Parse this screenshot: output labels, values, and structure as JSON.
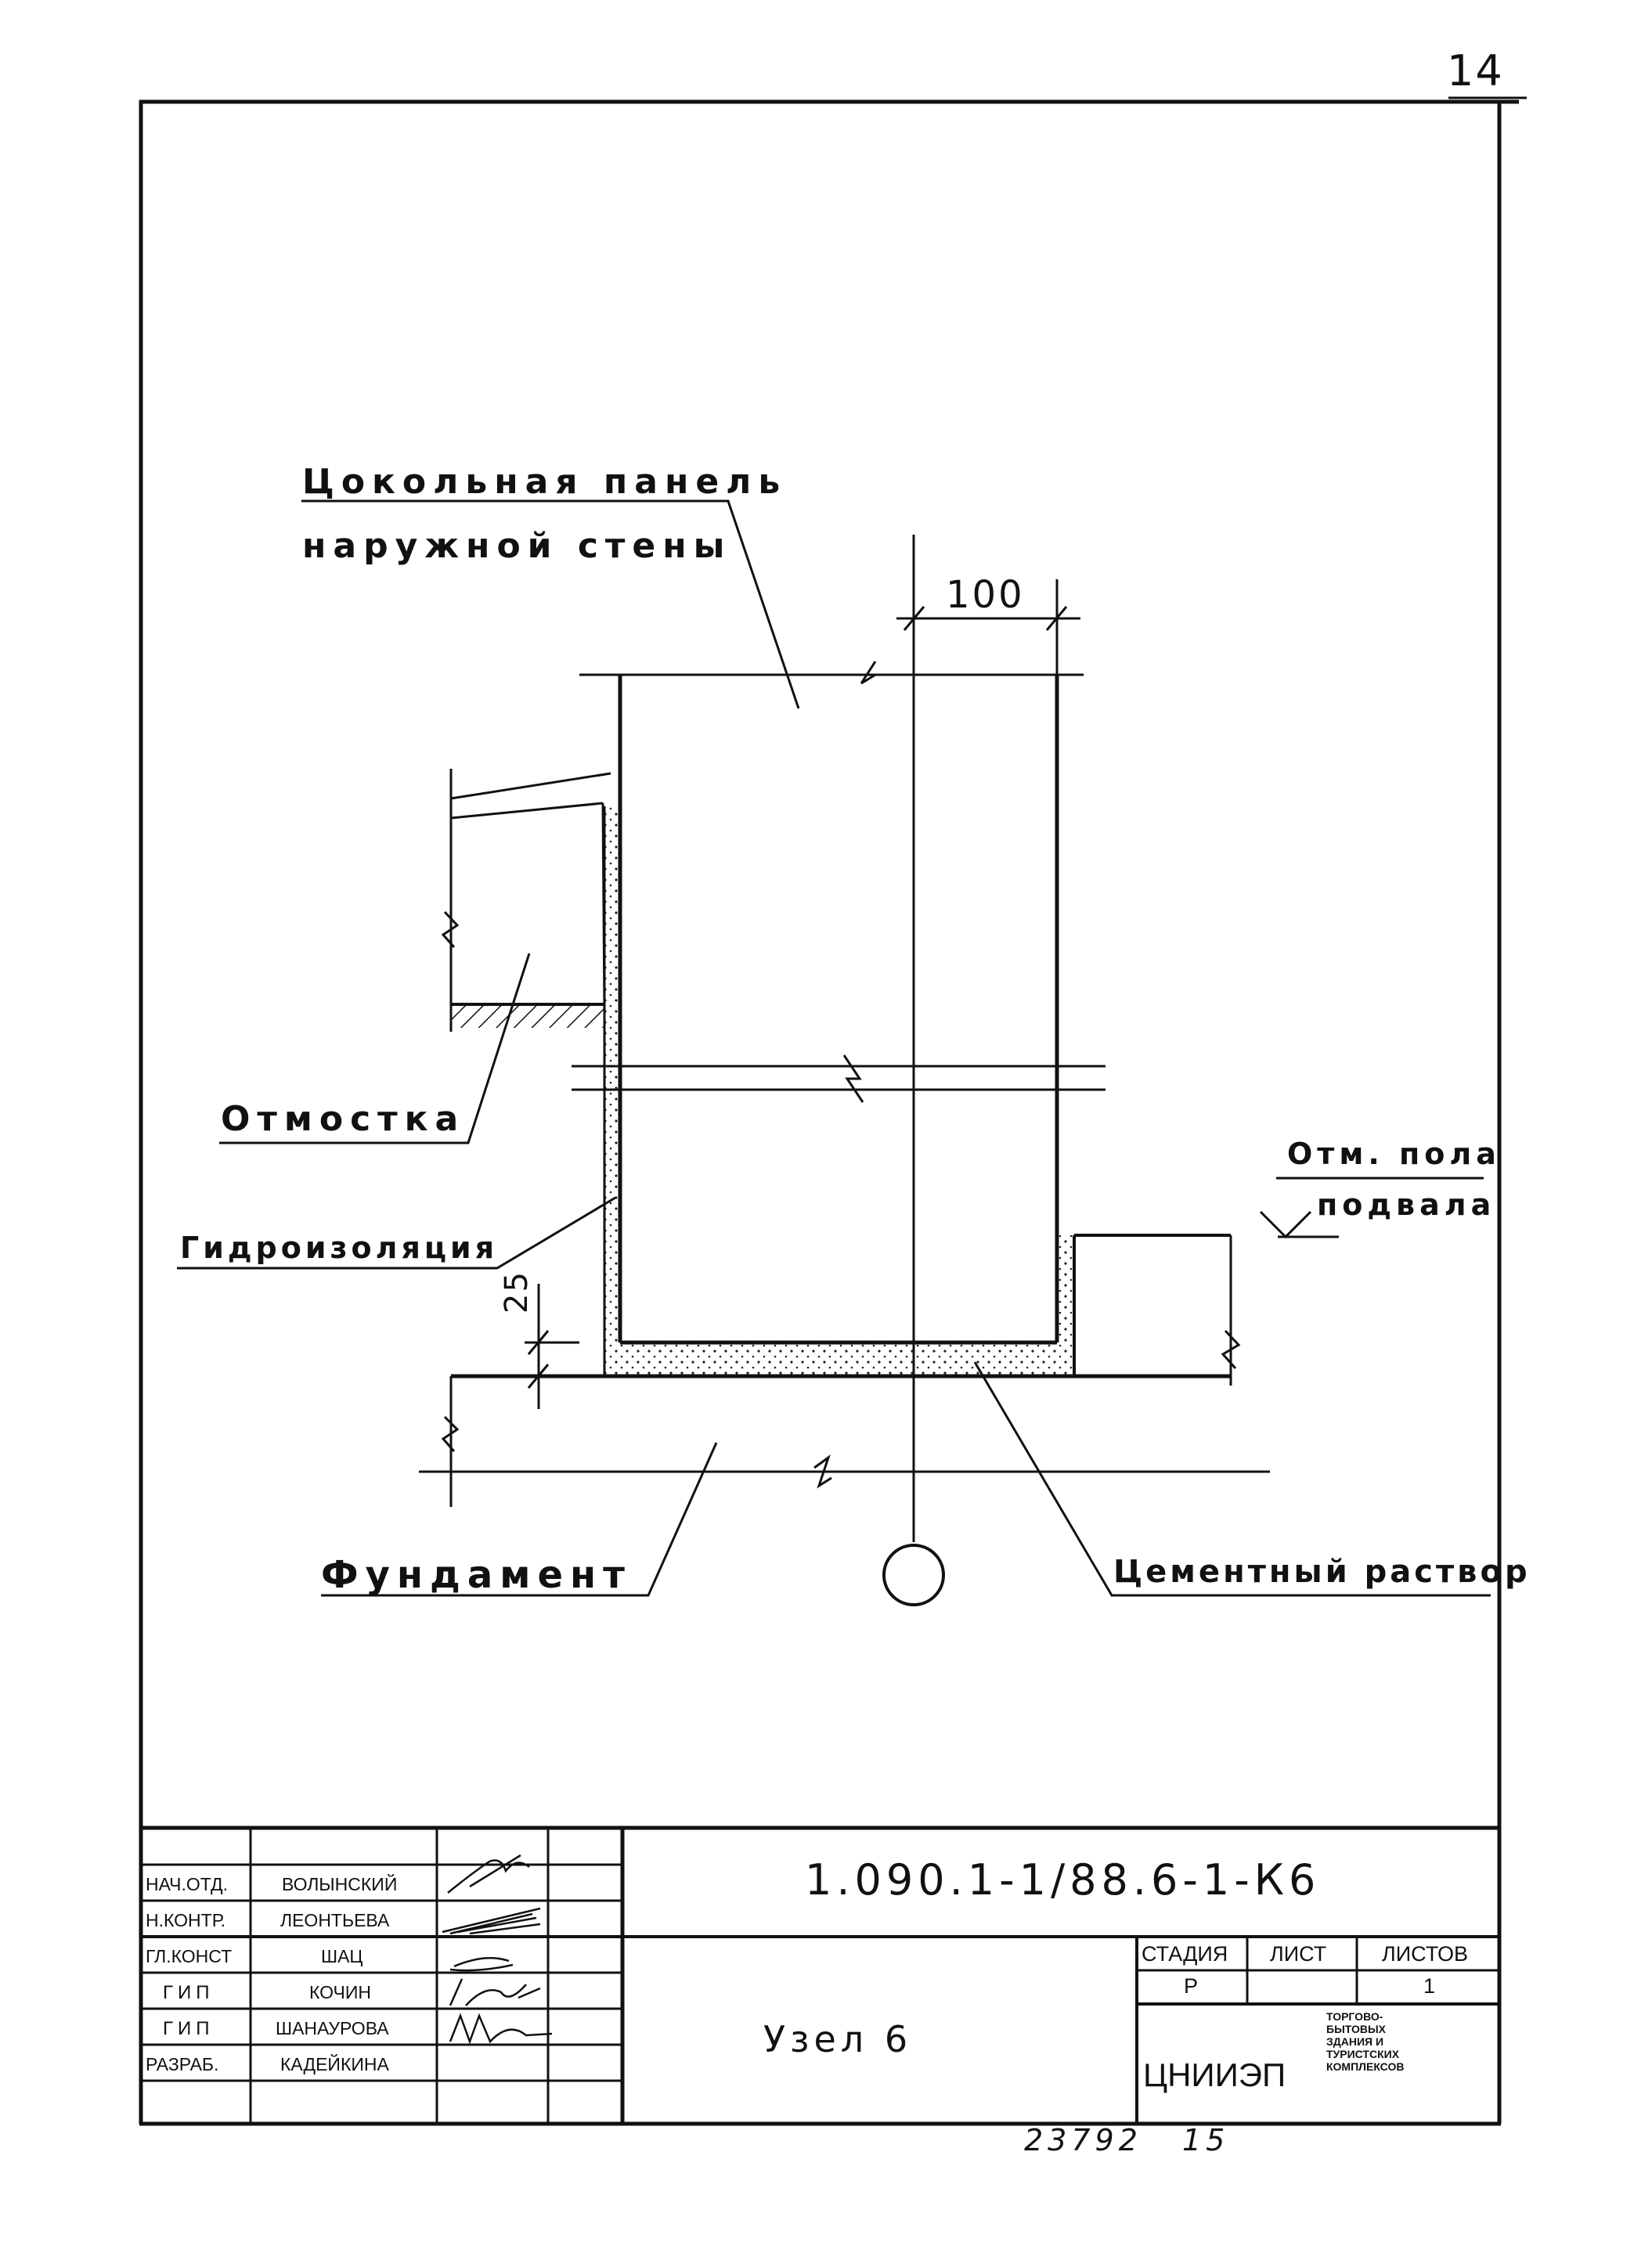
{
  "sheet_corner_number": "14",
  "drawing": {
    "labels": {
      "panel_line1": "Цокольная панель",
      "panel_line2": "наружной стены",
      "dimension_100": "100",
      "otmostka": "Отмостка",
      "floor_line1": "Отм. пола",
      "floor_line2": "подвала",
      "hydro": "Гидроизоляция",
      "dimension_25": "25",
      "fundament": "Фундамент",
      "cement": "Цементный раствор"
    }
  },
  "title_block": {
    "roles": [
      "НАЧ.ОТД.",
      "Н.КОНТР.",
      "ГЛ.КОНСТ",
      "ГИП",
      "ГИП",
      "РАЗРАБ."
    ],
    "names": [
      "ВОЛЫНСКИЙ",
      "ЛЕОНТЬЕВА",
      "ШАЦ",
      "КОЧИН",
      "ШАНАУРОВА",
      "КАДЕЙКИНА"
    ],
    "document_code": "1.090.1-1/88.6-1-К6",
    "sheet_title": "Узел 6",
    "stage_header": "СТАДИЯ",
    "sheet_header": "ЛИСТ",
    "sheets_header": "ЛИСТОВ",
    "stage_value": "Р",
    "sheet_value": "",
    "sheets_value": "1",
    "organization": "ЦНИИЭП",
    "series_note": [
      "ТОРГОВО-",
      "БЫТОВЫХ",
      "ЗДАНИЯ И",
      "ТУРИСТСКИХ",
      "КОМПЛЕКСОВ"
    ]
  },
  "footer": {
    "inventory_number": "23792",
    "page_number": "15"
  }
}
